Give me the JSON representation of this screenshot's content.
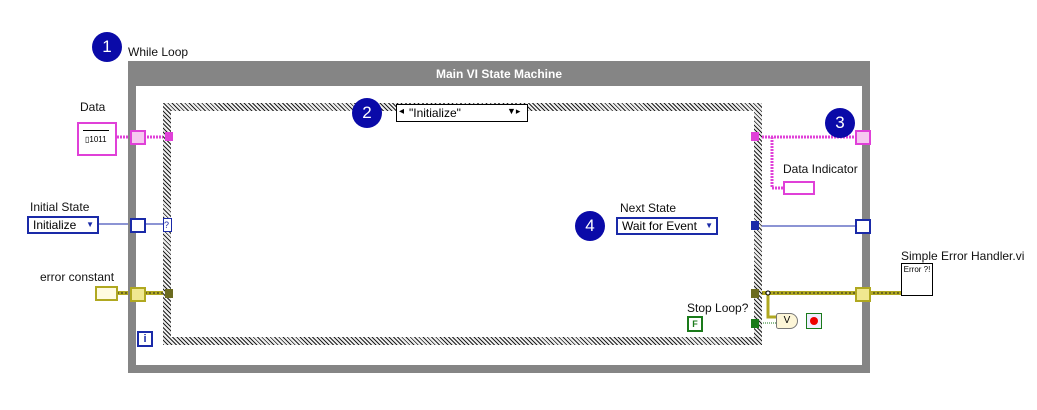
{
  "badges": [
    "1",
    "2",
    "3",
    "4"
  ],
  "while_loop": {
    "label": "While Loop",
    "title": "Main VI State Machine",
    "iteration_terminal": "i"
  },
  "case_structure": {
    "selector_value": "\"Initialize\"",
    "default_terminal": "?"
  },
  "data_control": {
    "label": "Data"
  },
  "data_indicator": {
    "label": "Data Indicator"
  },
  "initial_state": {
    "label": "Initial State",
    "value": "Initialize"
  },
  "next_state": {
    "label": "Next State",
    "value": "Wait for Event"
  },
  "error_constant": {
    "label": "error constant"
  },
  "error_handler": {
    "label": "Simple Error Handler.vi",
    "icon_text": "Error ?!"
  },
  "stop_loop": {
    "label": "Stop Loop?",
    "value": "F",
    "or_symbol": "V"
  },
  "colors": {
    "cluster_wire": "#e040d8",
    "enum_wire": "#1a2aa8",
    "error_wire": "#b0a820",
    "bool_wire": "#1a7a1a",
    "loop_border": "#858585",
    "badge": "#0a0aa8"
  }
}
